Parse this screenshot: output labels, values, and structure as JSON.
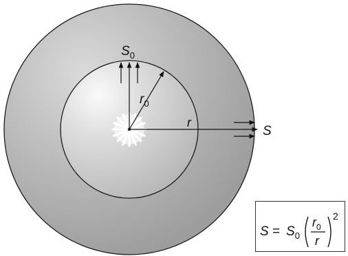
{
  "labels": {
    "flux_inner": "S",
    "flux_inner_sub": "0",
    "radius_inner": "r",
    "radius_inner_sub": "0",
    "radius_outer": "r",
    "flux_outer": "S"
  },
  "formula": {
    "lhs": "S",
    "equals": "=",
    "coef": "S",
    "coef_sub": "0",
    "numerator": "r",
    "numerator_sub": "0",
    "denominator": "r",
    "exponent": "2"
  },
  "colors": {
    "outer_sphere": "#a9a9a9",
    "inner_sphere": "#c4c4c4",
    "highlight": "#f2f2f2",
    "outline": "#1a1a1a",
    "arrow": "#111111"
  }
}
